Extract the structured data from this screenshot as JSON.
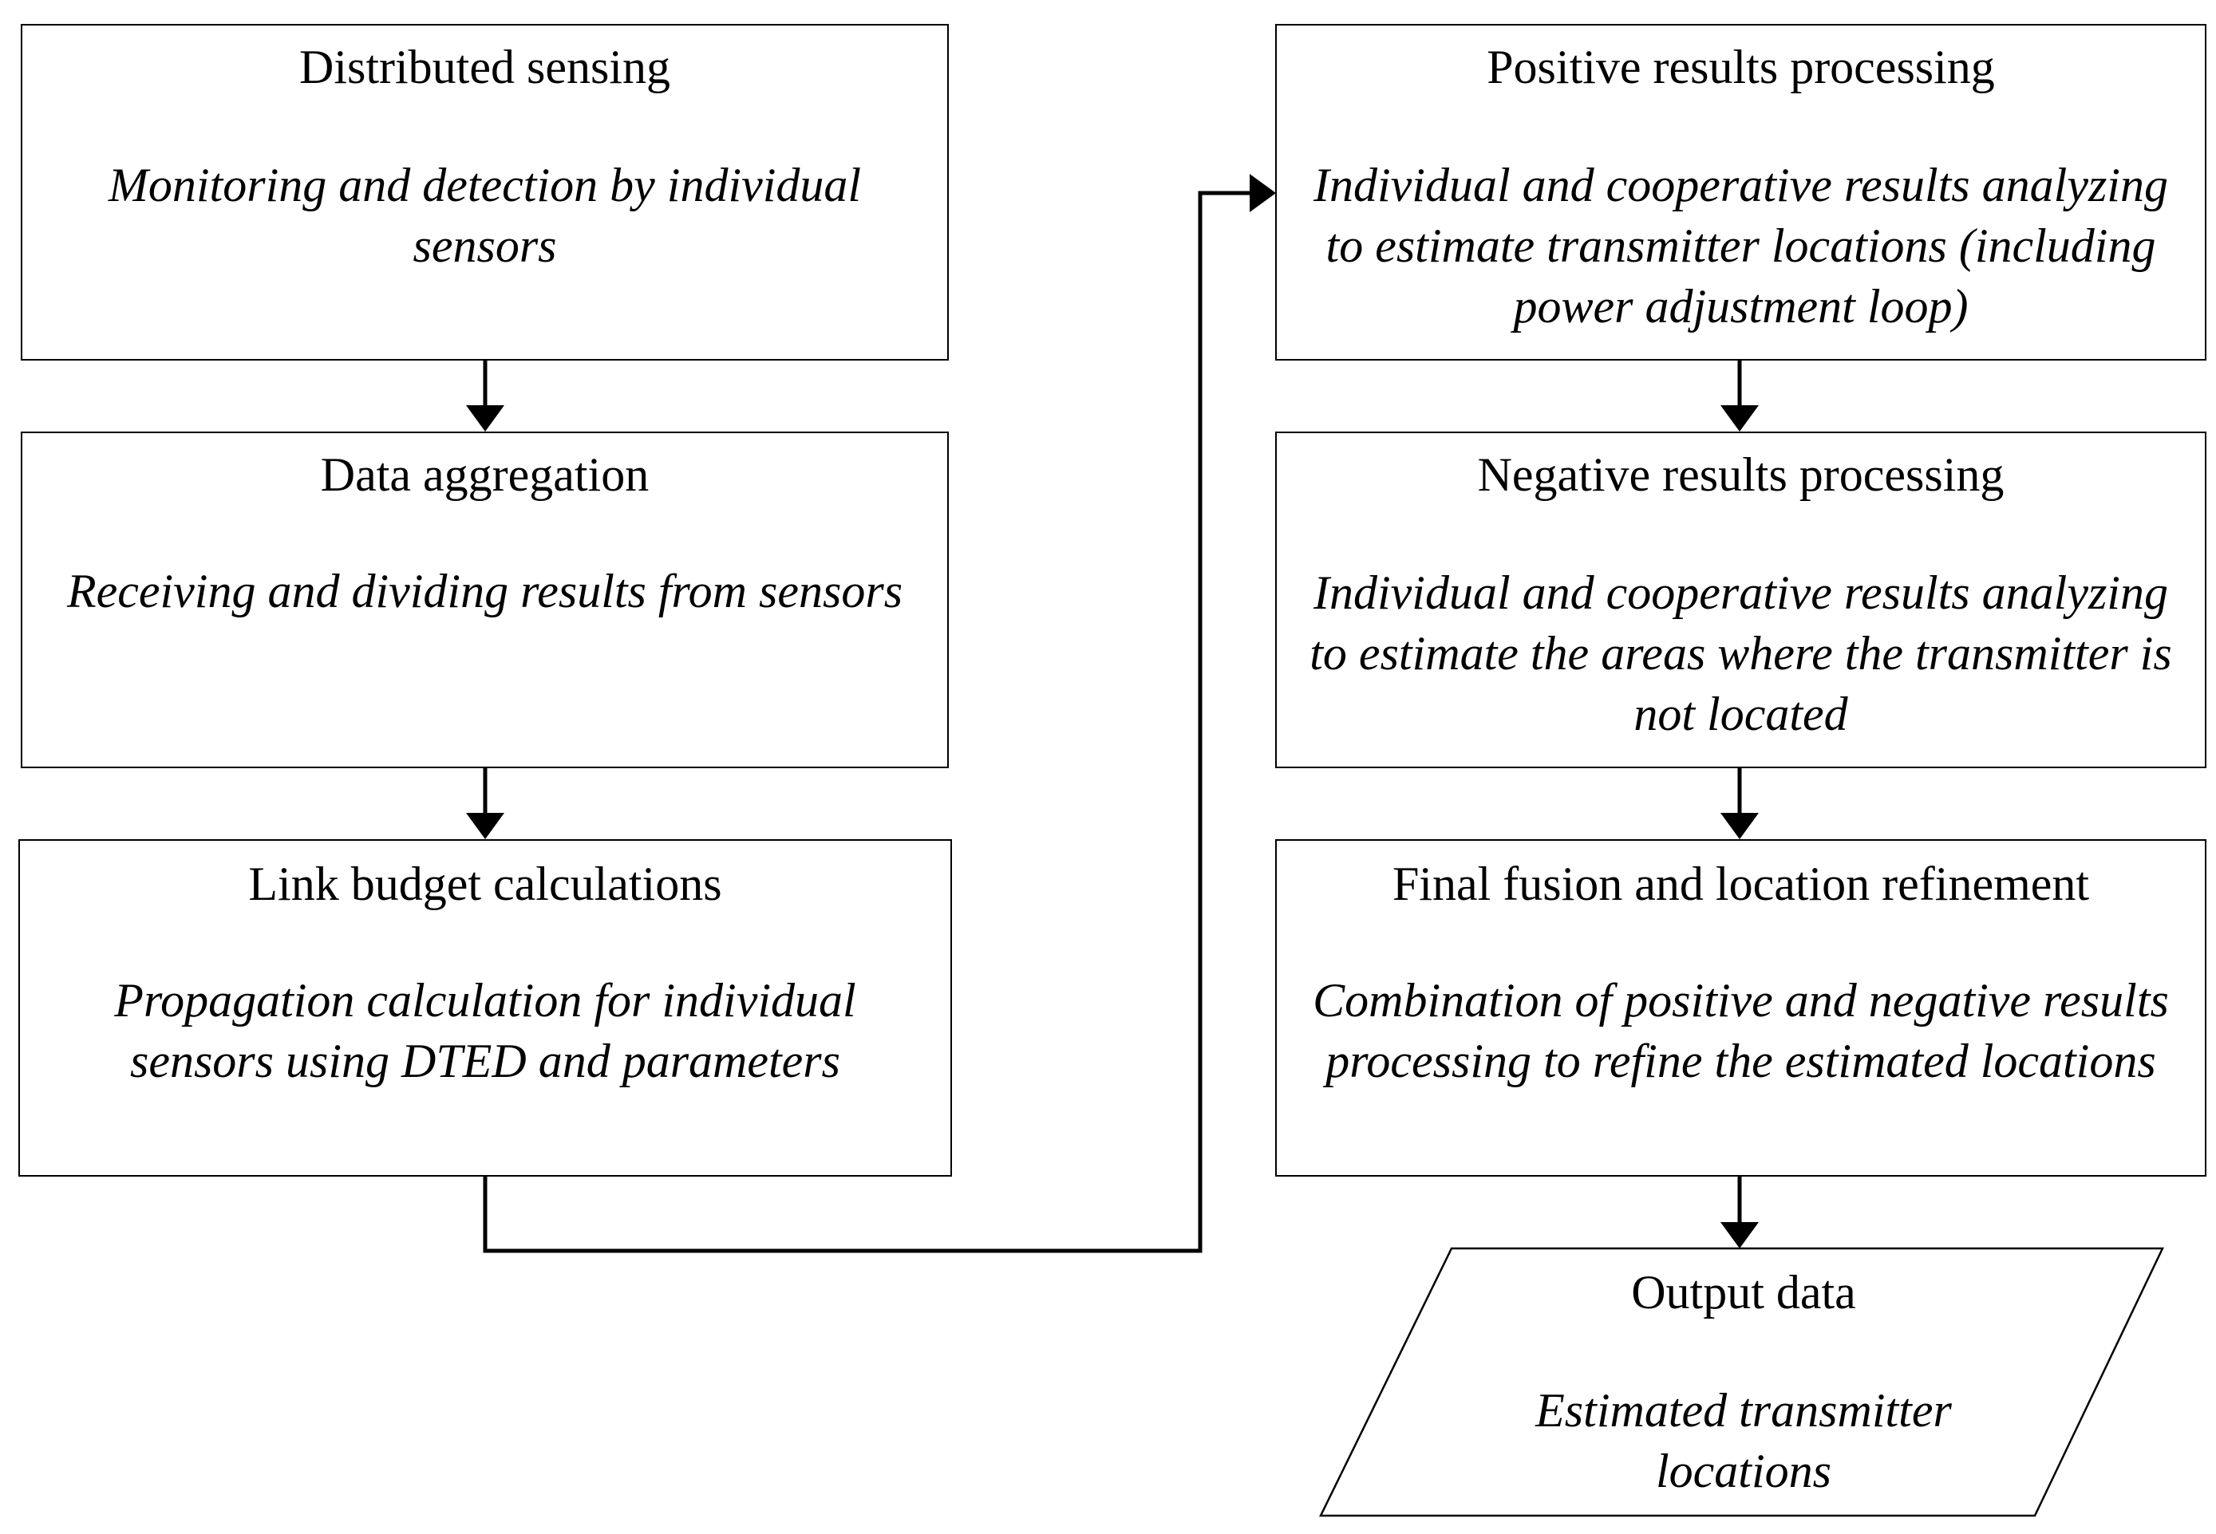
{
  "diagram": {
    "nodes": [
      {
        "id": "distributed-sensing",
        "title": "Distributed sensing",
        "description": "Monitoring and detection by individual\nsensors"
      },
      {
        "id": "data-aggregation",
        "title": "Data aggregation",
        "description": "Receiving and dividing results from sensors"
      },
      {
        "id": "link-budget",
        "title": "Link budget calculations",
        "description": "Propagation calculation for individual\nsensors using DTED and parameters"
      },
      {
        "id": "positive-results",
        "title": "Positive results processing",
        "description": "Individual and cooperative results analyzing\nto estimate transmitter locations (including\npower adjustment loop)"
      },
      {
        "id": "negative-results",
        "title": "Negative results processing",
        "description": "Individual and cooperative results analyzing\nto estimate the areas where the transmitter is\nnot located"
      },
      {
        "id": "final-fusion",
        "title": "Final fusion and location refinement",
        "description": "Combination of positive and negative results\nprocessing to refine the estimated locations"
      },
      {
        "id": "output-data",
        "title": "Output data",
        "description": "Estimated transmitter\nlocations",
        "shape": "parallelogram"
      }
    ],
    "edges": [
      {
        "from": "distributed-sensing",
        "to": "data-aggregation"
      },
      {
        "from": "data-aggregation",
        "to": "link-budget"
      },
      {
        "from": "link-budget",
        "to": "positive-results"
      },
      {
        "from": "positive-results",
        "to": "negative-results"
      },
      {
        "from": "negative-results",
        "to": "final-fusion"
      },
      {
        "from": "final-fusion",
        "to": "output-data"
      }
    ]
  }
}
